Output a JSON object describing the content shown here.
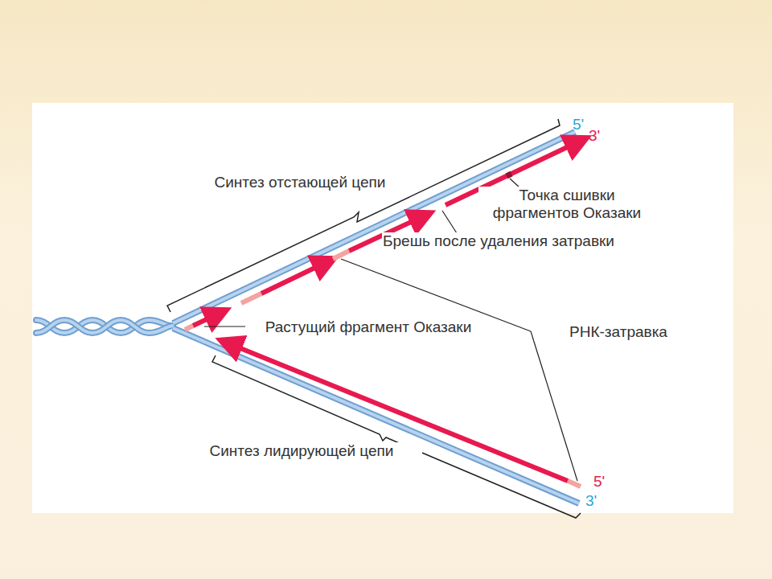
{
  "diagram": {
    "labels": [
      "Синтез отстающей цепи",
      "Точка сшивки фрагментов Оказаки",
      "Брешь после удаления затравки",
      "Растущий фрагмент Оказаки",
      "РНК-затравка",
      "Синтез лидирующей цепи",
      "5'",
      "3'",
      "5'",
      "3'"
    ]
  }
}
